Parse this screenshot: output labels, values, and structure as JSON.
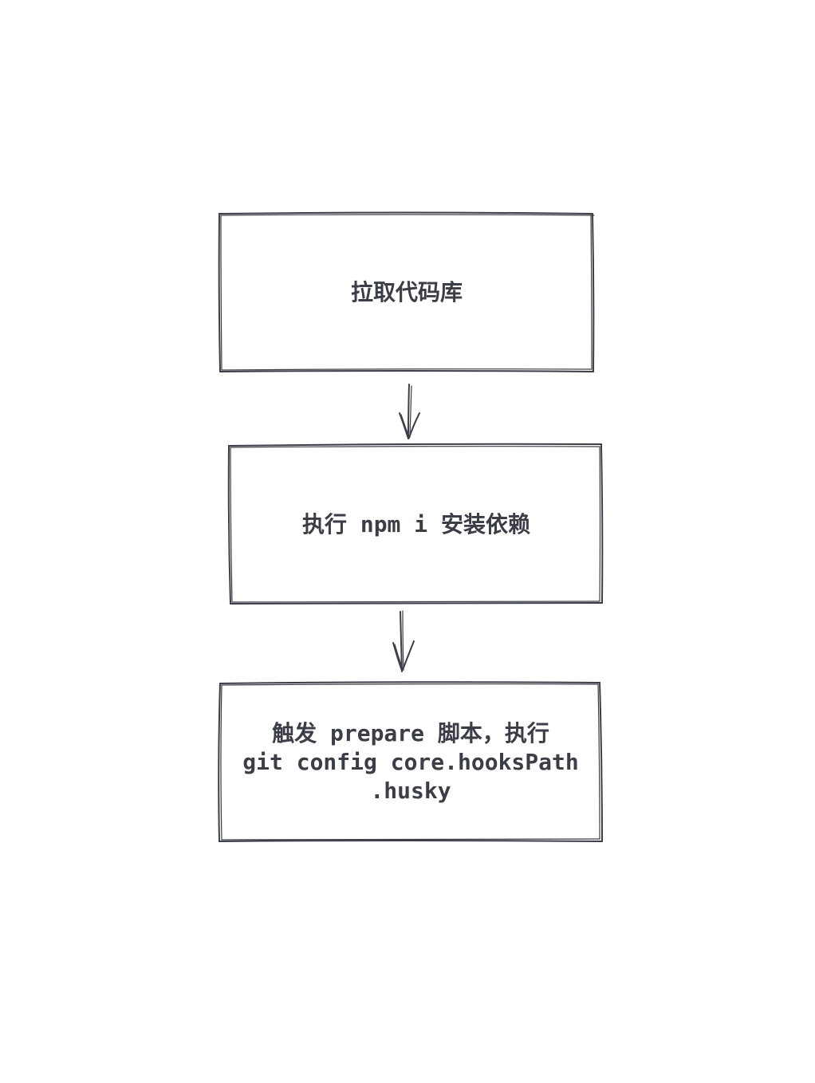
{
  "diagram": {
    "type": "flowchart",
    "style": "hand-drawn sketch",
    "stroke_color": "#3b3e46",
    "background_color": "#ffffff",
    "nodes": [
      {
        "id": "step-1",
        "label": "拉取代码库"
      },
      {
        "id": "step-2",
        "label": "执行 npm i 安装依赖"
      },
      {
        "id": "step-3",
        "label": "触发 prepare 脚本，执行\ngit config core.hooksPath\n.husky"
      }
    ],
    "edges": [
      {
        "from": "step-1",
        "to": "step-2"
      },
      {
        "from": "step-2",
        "to": "step-3"
      }
    ]
  }
}
